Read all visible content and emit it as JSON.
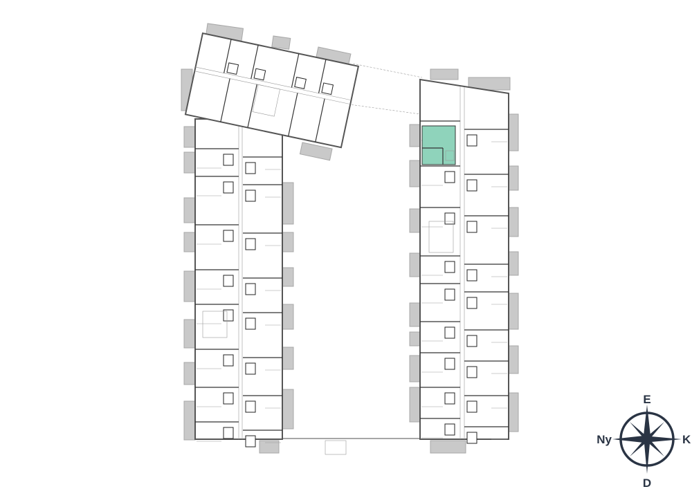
{
  "plan": {
    "highlight_color": "#8fd3bb",
    "selected_unit": "highlighted-apartment"
  },
  "compass": {
    "north": "E",
    "south": "D",
    "west": "Ny",
    "east": "K",
    "color": "#2a3444"
  }
}
